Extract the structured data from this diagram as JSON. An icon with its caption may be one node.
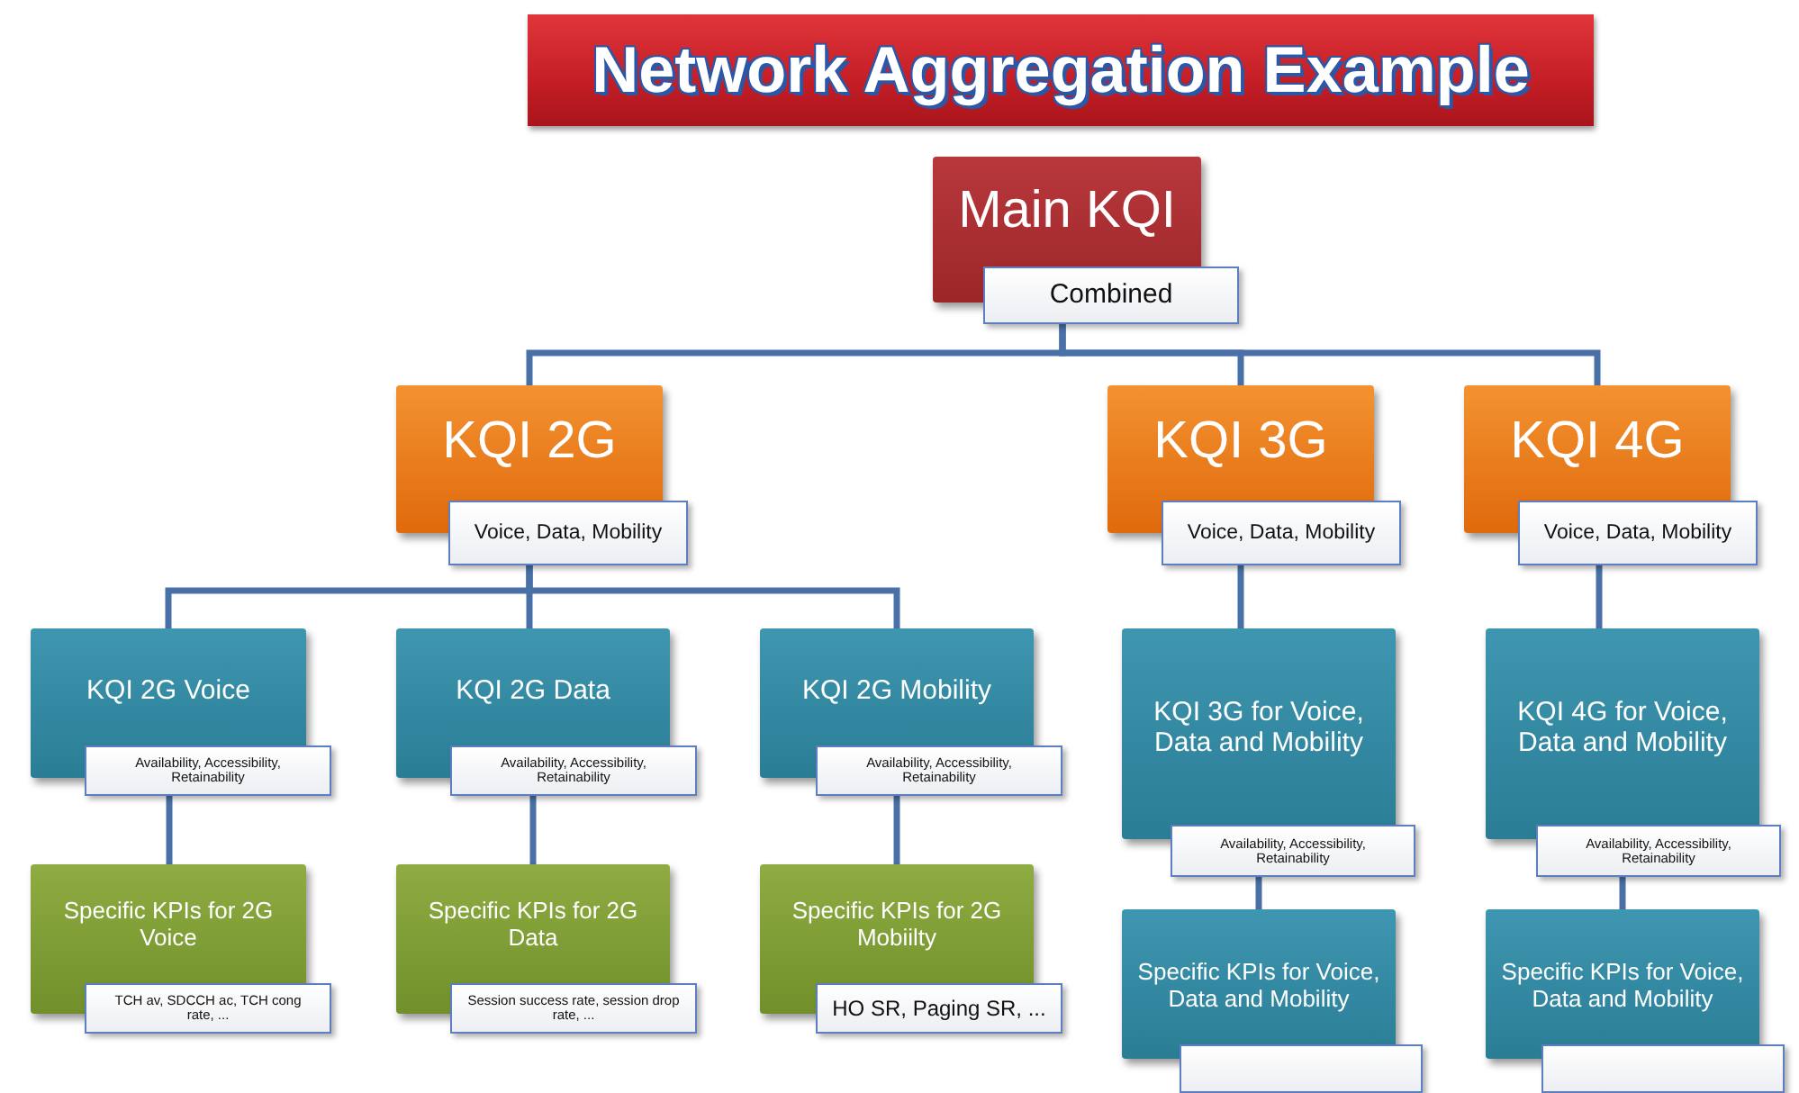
{
  "diagram": {
    "title": "Network Aggregation Example",
    "nodes": [
      {
        "text": [
          "Main KQI",
          "Combined"
        ]
      },
      {
        "text": [
          "KQI 2G",
          "Voice, Data, Mobility"
        ]
      },
      {
        "text": [
          "KQI 3G",
          "Voice, Data, Mobility"
        ]
      },
      {
        "text": [
          "KQI 4G",
          "Voice, Data, Mobility"
        ]
      },
      {
        "text": [
          "KQI 2G Voice",
          "Availability, Accessibility, Retainability"
        ]
      },
      {
        "text": [
          "KQI 2G Data",
          "Availability, Accessibility, Retainability"
        ]
      },
      {
        "text": [
          "KQI 2G Mobility",
          "Availability, Accessibility, Retainability"
        ]
      },
      {
        "text": [
          "KQI 3G for Voice, Data and Mobility",
          "Availability, Accessibility, Retainability"
        ]
      },
      {
        "text": [
          "KQI 4G for Voice, Data and Mobility",
          "Availability, Accessibility, Retainability"
        ]
      },
      {
        "text": [
          "Specific KPIs for 2G Voice",
          "TCH av, SDCCH ac, TCH cong rate, ..."
        ]
      },
      {
        "text": [
          "Specific KPIs for 2G Data",
          "Session success rate, session drop rate, ..."
        ]
      },
      {
        "text": [
          "Specific KPIs for 2G Mobiilty",
          "HO SR, Paging SR, ..."
        ]
      },
      {
        "text": [
          "Specific KPIs for Voice, Data and Mobility"
        ]
      },
      {
        "text": [],
        "shape": "box"
      },
      {
        "text": [
          "Specific KPIs for Voice, Data and Mobility"
        ]
      },
      {
        "text": [],
        "shape": "box"
      }
    ],
    "edges": [
      {
        "from": 0,
        "to": 1,
        "arrow": "none"
      },
      {
        "from": 0,
        "to": 2,
        "arrow": "none"
      },
      {
        "from": 0,
        "to": 3,
        "arrow": "none"
      },
      {
        "from": 1,
        "to": 4,
        "arrow": "none"
      },
      {
        "from": 1,
        "to": 5,
        "arrow": "none"
      },
      {
        "from": 1,
        "to": 6,
        "arrow": "none"
      },
      {
        "from": 2,
        "to": 7,
        "arrow": "none"
      },
      {
        "from": 3,
        "to": 8,
        "arrow": "none"
      },
      {
        "from": 4,
        "to": 9,
        "arrow": "none"
      },
      {
        "from": 5,
        "to": 10,
        "arrow": "none"
      },
      {
        "from": 6,
        "to": 11,
        "arrow": "none"
      },
      {
        "from": 7,
        "to": 12,
        "arrow": "none"
      },
      {
        "from": 8,
        "to": 14,
        "arrow": "none"
      }
    ]
  }
}
